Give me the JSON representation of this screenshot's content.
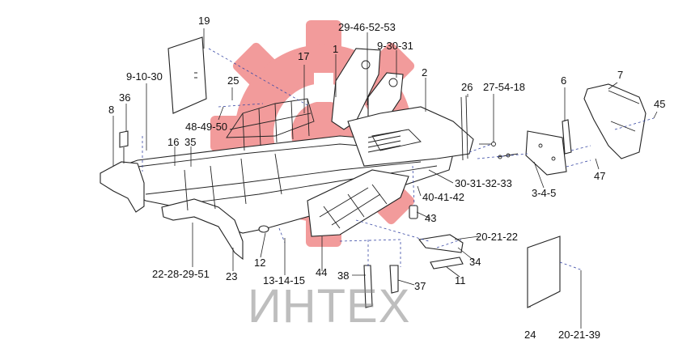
{
  "watermark": {
    "text": "ИНТЕХ",
    "gear_color": "#f08a8a"
  },
  "labels": {
    "l19": "19",
    "l29_46_52_53": "29-46-52-53",
    "l9_30_31_top": "9-30-31",
    "l1": "1",
    "l17": "17",
    "l2": "2",
    "l9_10_30": "9-10-30",
    "l25": "25",
    "l26": "26",
    "l27_54_18": "27-54-18",
    "l6": "6",
    "l7": "7",
    "l36": "36",
    "l45": "45",
    "l8": "8",
    "l48_49_50": "48-49-50",
    "l16": "16",
    "l35": "35",
    "l30_31_32_33": "30-31-32-33",
    "l3_4_5": "3-4-5",
    "l47": "47",
    "l40_41_42": "40-41-42",
    "l43": "43",
    "l20_21_22": "20-21-22",
    "l12": "12",
    "l34": "34",
    "l22_28_29_51": "22-28-29-51",
    "l23": "23",
    "l13_14_15": "13-14-15",
    "l44": "44",
    "l38": "38",
    "l11": "11",
    "l37": "37",
    "l24": "24",
    "l20_21_39": "20-21-39"
  }
}
